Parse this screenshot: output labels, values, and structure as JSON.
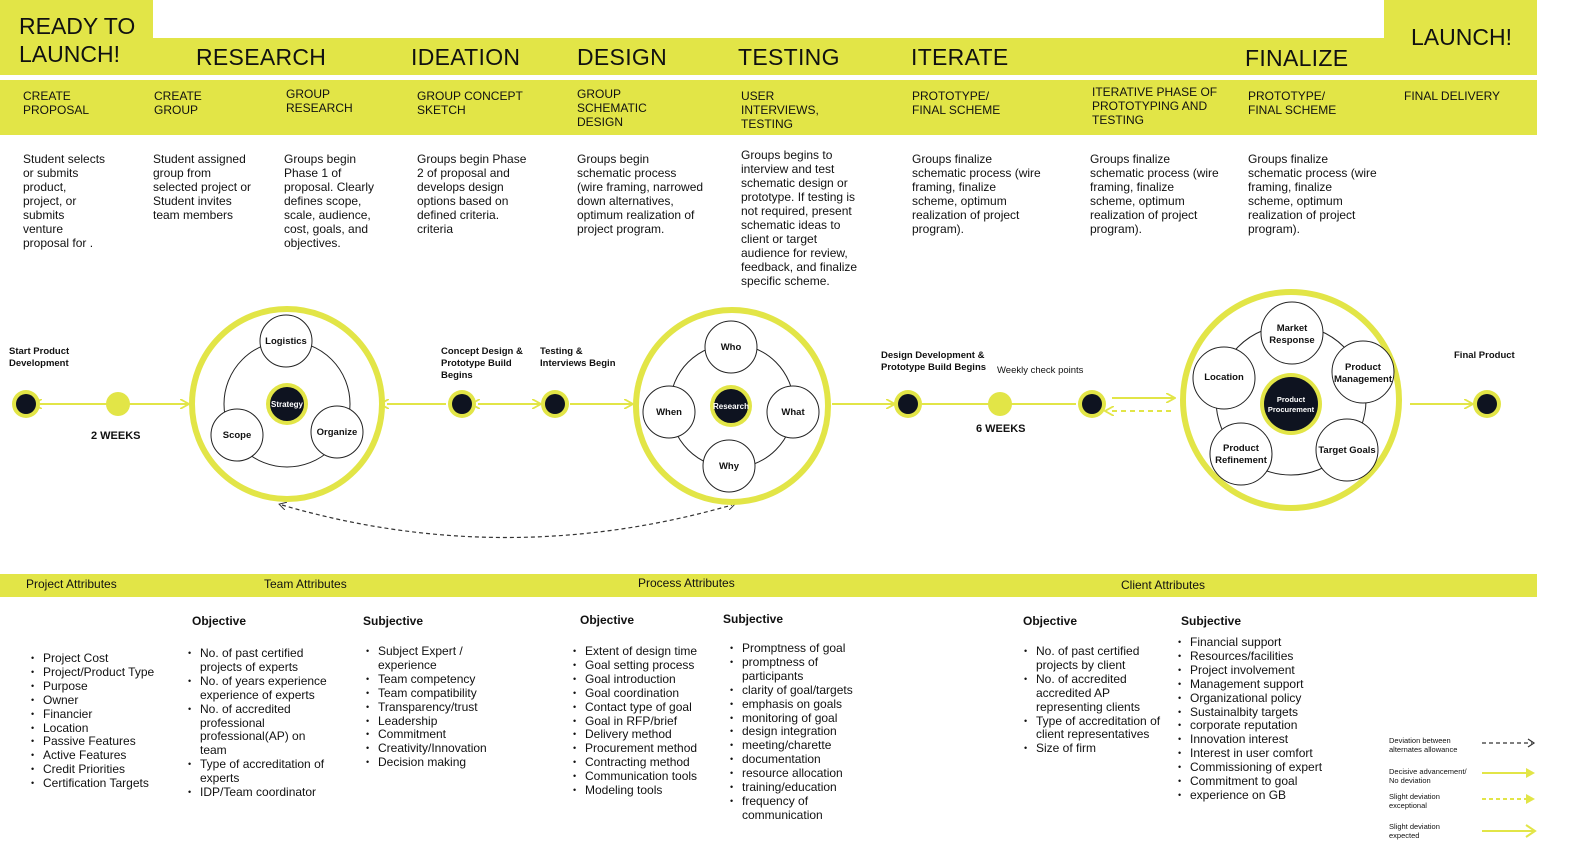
{
  "header": {
    "ready_title": "READY TO\nLAUNCH!",
    "launch_title": "LAUNCH!",
    "phases": [
      "RESEARCH",
      "IDEATION",
      "DESIGN",
      "TESTING",
      "ITERATE",
      "FINALIZE"
    ]
  },
  "steps": [
    {
      "label": "CREATE\nPROPOSAL",
      "desc": "Student selects\nor submits\nproduct,\nproject, or\nsubmits\nventure\nproposal for ."
    },
    {
      "label": "CREATE\nGROUP",
      "desc": "Student assigned\ngroup from\nselected project or\nStudent invites\nteam members"
    },
    {
      "label": "GROUP\nRESEARCH",
      "desc": "Groups begin\nPhase 1 of\nproposal. Clearly\ndefines scope,\nscale, audience,\ncost, goals, and\nobjectives."
    },
    {
      "label": "GROUP CONCEPT\nSKETCH",
      "desc": "Groups begin Phase\n2 of proposal and\ndevelops design\noptions based on\ndefined criteria.\ncriteria"
    },
    {
      "label": "GROUP\nSCHEMATIC\nDESIGN",
      "desc": "Groups begin\nschematic process\n(wire framing, narrowed\ndown alternatives,\noptimum realization of\nproject program."
    },
    {
      "label": "USER\nINTERVIEWS,\nTESTING",
      "desc": "Groups begins to\ninterview and test\nschematic design or\nprototype. If testing is\nnot required, present\nschematic ideas to\nclient or target\naudience for review,\nfeedback, and finalize\nspecific scheme."
    },
    {
      "label": "PROTOTYPE/\nFINAL SCHEME",
      "desc": "Groups finalize\nschematic process (wire\nframing, finalize\nscheme, optimum\nrealization of project\nprogram)."
    },
    {
      "label": "ITERATIVE PHASE OF\nPROTOTYPING AND\nTESTING",
      "desc": "Groups finalize\nschematic process (wire\nframing, finalize\nscheme, optimum\nrealization of project\nprogram)."
    },
    {
      "label": "PROTOTYPE/\nFINAL SCHEME",
      "desc": "Groups finalize\nschematic process (wire\nframing, finalize\nscheme, optimum\nrealization of project\nprogram)."
    },
    {
      "label": "FINAL DELIVERY",
      "desc": ""
    }
  ],
  "timeline": {
    "start_label": "Start Product\nDevelopment",
    "two_weeks": "2 WEEKS",
    "concept_label": "Concept Design &\nPrototype Build\nBegins",
    "testing_label": "Testing &\nInterviews Begin",
    "design_dev_label": "Design Development &\nPrototype Build Begins",
    "weekly_label": "Weekly check points",
    "six_weeks": "6 WEEKS",
    "final_label": "Final Product"
  },
  "research_circle": {
    "center": "Strategy",
    "nodes": [
      "Logistics",
      "Organize",
      "Scope"
    ]
  },
  "testing_circle": {
    "center": "Research",
    "nodes": [
      "Who",
      "What",
      "Why",
      "When"
    ]
  },
  "finalize_circle": {
    "center": "Product\nProcurement",
    "nodes": [
      "Market\nResponse",
      "Product\nManagement",
      "Target Goals",
      "Product\nRefinement",
      "Location"
    ]
  },
  "attributes": {
    "headers": [
      "Project Attributes",
      "Team Attributes",
      "Process Attributes",
      "Client Attributes"
    ],
    "objective": "Objective",
    "subjective": "Subjective",
    "project": [
      "Project Cost",
      "Project/Product Type",
      "Purpose",
      "Owner",
      "Financier",
      "Location",
      "Passive Features",
      "Active Features",
      "Credit Priorities",
      "Certification Targets"
    ],
    "team_objective": [
      "No. of past certified\nprojects of experts",
      "No. of years experience\nexperience of experts",
      "No. of accredited\nprofessional\nprofessional(AP) on\nteam",
      "Type of accreditation of\nexperts",
      "IDP/Team coordinator"
    ],
    "team_subjective": [
      "Subject Expert /\nexperience",
      "Team competency",
      "Team compatibility",
      "Transparency/trust",
      "Leadership",
      "Commitment",
      "Creativity/Innovation",
      "Decision making"
    ],
    "process_objective": [
      "Extent of design time",
      "Goal setting process",
      "Goal introduction",
      "Goal coordination",
      "Contact type of goal",
      "Goal in RFP/brief",
      "Delivery method",
      "Procurement method",
      "Contracting method",
      "Communication tools",
      "Modeling tools"
    ],
    "process_subjective": [
      "Promptness of goal",
      "promptness of\nparticipants",
      "clarity of goal/targets",
      "emphasis on goals",
      "monitoring of goal",
      "design integration",
      "meeting/charette",
      "documentation",
      "resource allocation",
      "training/education",
      "frequency of\ncommunication"
    ],
    "client_objective": [
      " No. of past certified\nprojects by client",
      "No. of accredited\naccredited AP\nrepresenting clients",
      "Type of accreditation of\nclient representatives",
      "Size of firm"
    ],
    "client_subjective": [
      "Financial support",
      "Resources/facilities",
      "Project involvement",
      "Management support",
      "Organizational policy",
      "Sustainalbity targets",
      "corporate reputation",
      "Innovation interest",
      "Interest in user comfort",
      "Commissioning of expert",
      "Commitment to goal",
      "experience on GB"
    ]
  },
  "legend": [
    {
      "text": "Deviation between\nalternates allowance",
      "style": "dashed-black"
    },
    {
      "text": "Decisive advancement/\nNo deviation",
      "style": "solid-yellow"
    },
    {
      "text": "Slight deviation\nexceptional",
      "style": "dashed-yellow"
    },
    {
      "text": "Slight deviation\nexpected",
      "style": "open-yellow"
    }
  ],
  "colors": {
    "accent": "#e2e547",
    "dark": "#0e1320",
    "white": "#ffffff"
  }
}
